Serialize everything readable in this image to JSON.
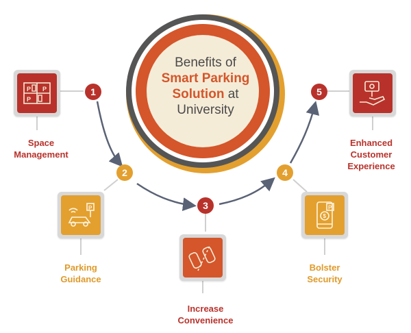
{
  "title": {
    "prefix": "Benefits of",
    "highlight_line1": "Smart Parking",
    "highlight_line2": "Solution",
    "suffix_line2": "at",
    "line3": "University"
  },
  "steps": [
    {
      "number": "1",
      "label_line1": "Space",
      "label_line2": "Management",
      "icon": "parking-grid-icon"
    },
    {
      "number": "2",
      "label_line1": "Parking",
      "label_line2": "Guidance",
      "icon": "car-wifi-sign-icon"
    },
    {
      "number": "3",
      "label_line1": "Increase",
      "label_line2": "Convenience",
      "icon": "cars-in-lane-icon"
    },
    {
      "number": "4",
      "label_line1": "Bolster",
      "label_line2": "Security",
      "icon": "phone-pay-icon"
    },
    {
      "number": "5",
      "label_line1": "Enhanced",
      "label_line2": "Customer",
      "label_line3": "Experience",
      "icon": "hand-service-icon"
    }
  ],
  "colors": {
    "red": "#b8322b",
    "orange": "#e3a02f",
    "center_orange": "#d4562a",
    "center_inner": "#f5ecd8",
    "ring_dark": "#555555",
    "arrow": "#5a6275"
  }
}
